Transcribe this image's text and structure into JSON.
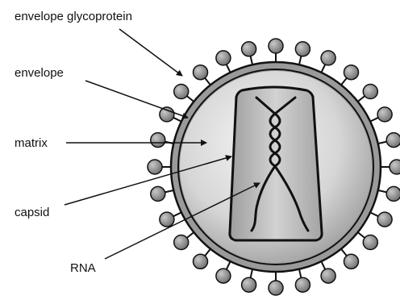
{
  "labels": {
    "envelope_glycoprotein": "envelope glycoprotein",
    "envelope": "envelope",
    "matrix": "matrix",
    "capsid": "capsid",
    "rna": "RNA"
  },
  "colors": {
    "ink": "#111111",
    "spike_fill": "#8a8a8a",
    "envelope_ring": "#9a9a9a",
    "matrix_light": "#f2f2f2",
    "matrix_dark": "#8c8c8c",
    "capsid_fill": "#b8b8b8",
    "background": "#ffffff"
  }
}
